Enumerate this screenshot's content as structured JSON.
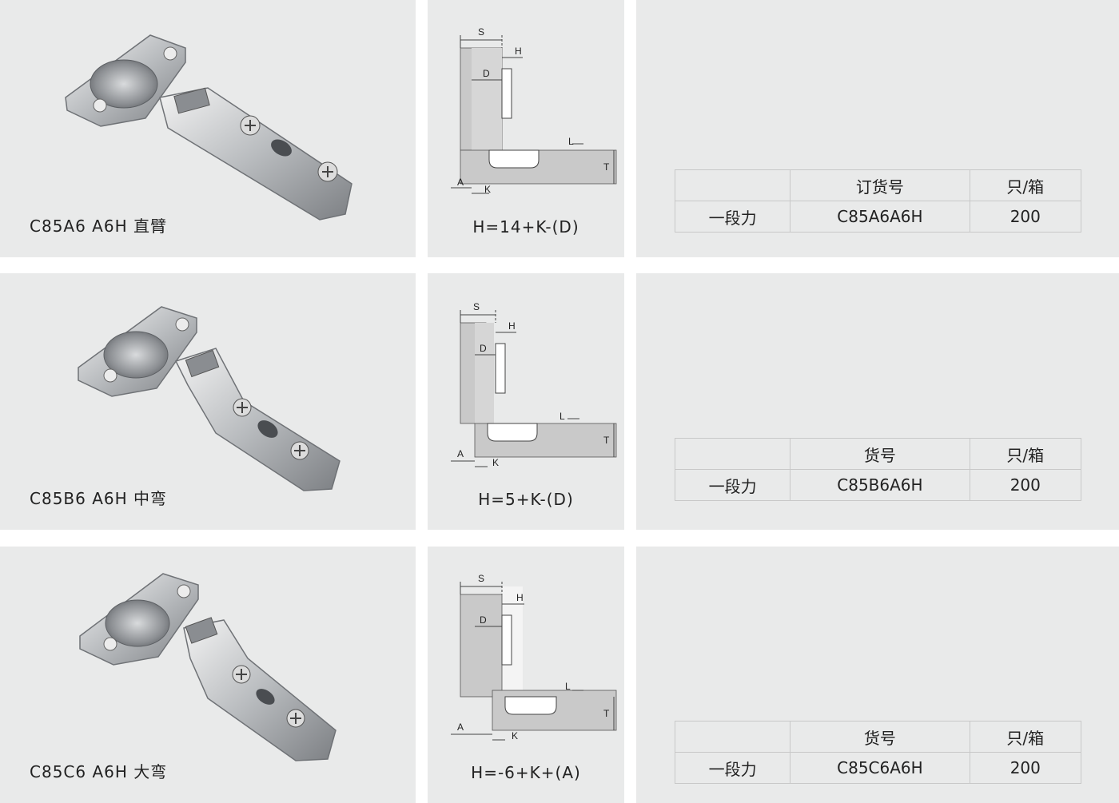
{
  "rows": [
    {
      "model_label": "C85A6 A6H  直臂",
      "formula": "H=14+K-(D)",
      "table": {
        "header": [
          "",
          "订货号",
          "只/箱"
        ],
        "values": [
          "一段力",
          "C85A6A6H",
          "200"
        ]
      }
    },
    {
      "model_label": "C85B6 A6H  中弯",
      "formula": "H=5+K-(D)",
      "table": {
        "header": [
          "",
          "货号",
          "只/箱"
        ],
        "values": [
          "一段力",
          "C85B6A6H",
          "200"
        ]
      }
    },
    {
      "model_label": "C85C6 A6H  大弯",
      "formula": "H=-6+K+(A)",
      "table": {
        "header": [
          "",
          "货号",
          "只/箱"
        ],
        "values": [
          "一段力",
          "C85C6A6H",
          "200"
        ]
      }
    }
  ],
  "diagram_labels": {
    "s": "S",
    "h": "H",
    "d": "D",
    "l": "L",
    "t": "T",
    "a": "A",
    "k": "K"
  }
}
